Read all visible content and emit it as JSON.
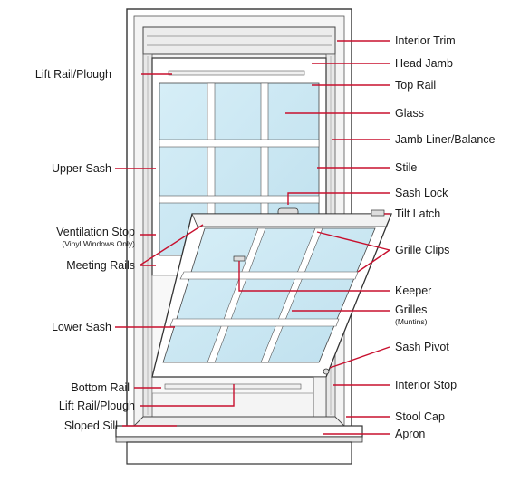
{
  "labels_left": {
    "lift_rail_plough_top": "Lift Rail/Plough",
    "upper_sash": "Upper Sash",
    "ventilation_stop": "Ventilation Stop",
    "ventilation_stop_note": "(Vinyl Windows Only)",
    "meeting_rails": "Meeting Rails",
    "lower_sash": "Lower Sash",
    "bottom_rail": "Bottom Rail",
    "lift_rail_plough_bottom": "Lift Rail/Plough",
    "sloped_sill": "Sloped Sill"
  },
  "labels_right": {
    "interior_trim": "Interior Trim",
    "head_jamb": "Head Jamb",
    "top_rail": "Top Rail",
    "glass": "Glass",
    "jamb_liner_balance": "Jamb Liner/Balance",
    "stile": "Stile",
    "sash_lock": "Sash Lock",
    "tilt_latch": "Tilt Latch",
    "grille_clips": "Grille Clips",
    "keeper": "Keeper",
    "grilles": "Grilles",
    "grilles_note": "(Muntins)",
    "sash_pivot": "Sash Pivot",
    "interior_stop": "Interior Stop",
    "stool_cap": "Stool Cap",
    "apron": "Apron"
  },
  "colors": {
    "leader_line": "#c8102e",
    "glass": "#c9e6f2",
    "frame_stroke": "#333333",
    "frame_fill": "#ffffff",
    "shadow": "#e6e6e6"
  }
}
